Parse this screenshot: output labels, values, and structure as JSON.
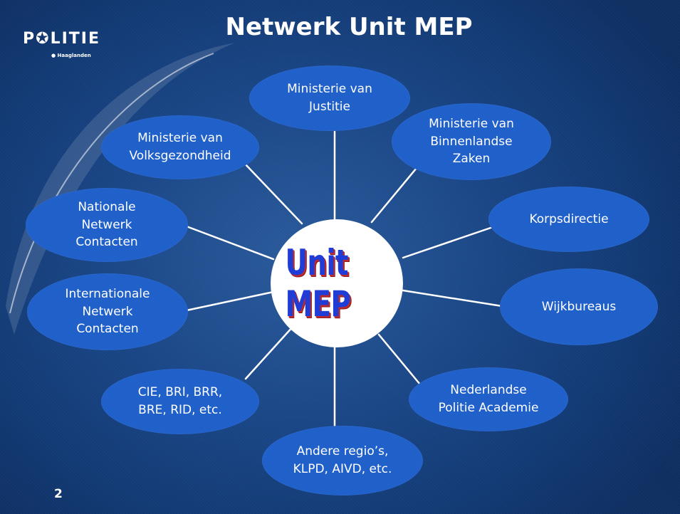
{
  "header": {
    "title": "Netwerk Unit MEP",
    "logo": {
      "name": "PLITIE",
      "subtitle": "● Haaglanden"
    }
  },
  "center": {
    "label": "Unit MEP"
  },
  "nodes": [
    {
      "id": "justitie",
      "label": "Ministerie van\nJustitie"
    },
    {
      "id": "binnenlandse-zaken",
      "label": "Ministerie van\nBinnenlandse\nZaken"
    },
    {
      "id": "korpsdirectie",
      "label": "Korpsdirectie"
    },
    {
      "id": "wijkbureaus",
      "label": "Wijkbureaus"
    },
    {
      "id": "politie-academie",
      "label": "Nederlandse\nPolitie Academie"
    },
    {
      "id": "andere-regios",
      "label": "Andere regio’s,\nKLPD, AIVD, etc."
    },
    {
      "id": "cie-bri",
      "label": "CIE, BRI, BRR,\nBRE, RID, etc."
    },
    {
      "id": "internationale",
      "label": "Internationale\nNetwerk\nContacten"
    },
    {
      "id": "nationale",
      "label": "Nationale\nNetwerk\nContacten"
    },
    {
      "id": "volksgezondheid",
      "label": "Ministerie van\nVolksgezondheid"
    }
  ],
  "footer": {
    "page_number": "2"
  },
  "colors": {
    "background": "#1a4686",
    "node": "#1f5fc9",
    "center": "#ffffff",
    "center_text": "#1f3bd6",
    "center_shadow": "#c0282a",
    "line": "#ffffff"
  }
}
